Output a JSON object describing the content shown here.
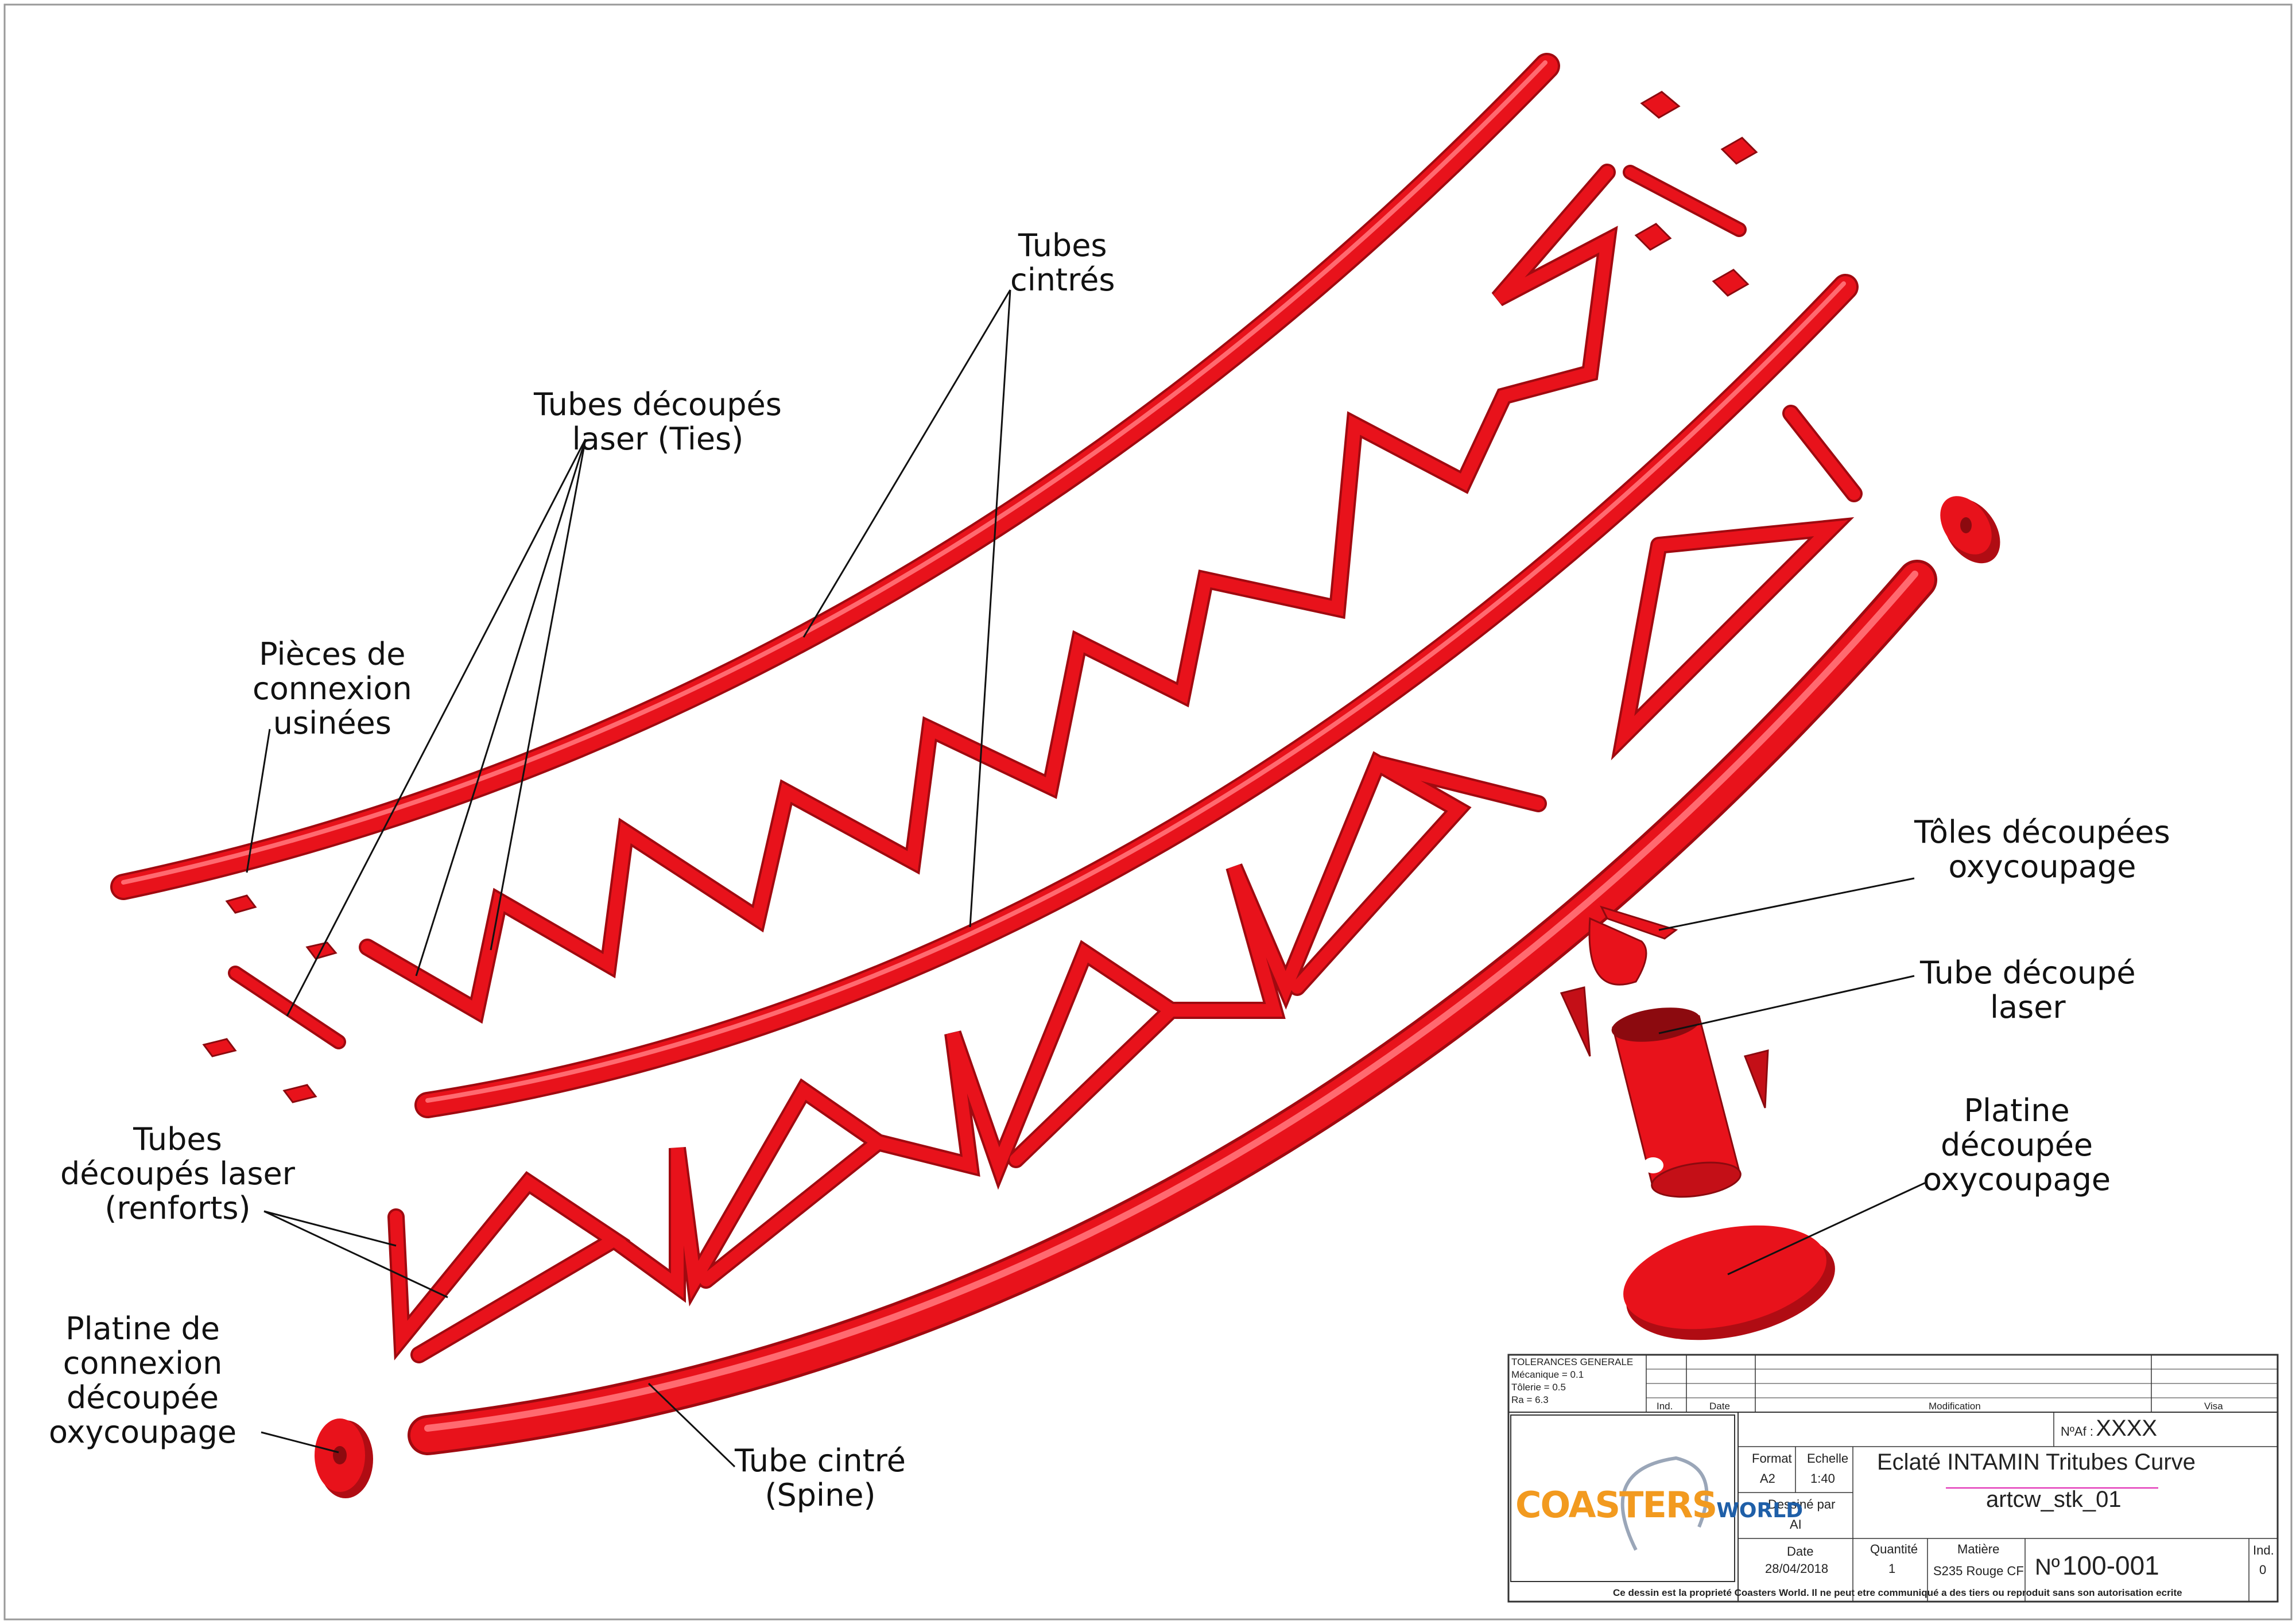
{
  "colors": {
    "part": "#e8121b",
    "part_dark": "#8c0a0f",
    "ink": "#111111",
    "accent_pink": "#e020b0",
    "logo_orange": "#f29a1f",
    "logo_blue": "#1f5fa8"
  },
  "labels": {
    "tubes_cintres": [
      "Tubes",
      "cintrés"
    ],
    "ties": [
      "Tubes découpés",
      "laser (Ties)"
    ],
    "pieces": [
      "Pièces de",
      "connexion",
      "usinées"
    ],
    "renforts": [
      "Tubes",
      "découpés laser",
      "(renforts)"
    ],
    "platine_connexion": [
      "Platine de",
      "connexion",
      "découpée",
      "oxycoupage"
    ],
    "spine": [
      "Tube cintré",
      "(Spine)"
    ],
    "toles": [
      "Tôles découpées",
      "oxycoupage"
    ],
    "tube_laser": [
      "Tube découpé",
      "laser"
    ],
    "platine": [
      "Platine",
      "découpée",
      "oxycoupage"
    ]
  },
  "title_block": {
    "tolerances_title": "TOLERANCES GENERALE",
    "mecanique": "Mécanique = 0.1",
    "tolerie": "Tôlerie = 0.5",
    "ra": "Ra = 6.3",
    "ind": "Ind.",
    "date_hdr": "Date",
    "modification": "Modification",
    "visa": "Visa",
    "naf_label": "NºAf :",
    "naf_value": "XXXX",
    "title": "Eclaté INTAMIN Tritubes Curve",
    "ref": "artcw_stk_01",
    "format_label": "Format",
    "format_value": "A2",
    "echelle_label": "Echelle",
    "echelle_value": "1:40",
    "dessine_label": "Dessiné par",
    "dessine_value": "AI",
    "date_label": "Date",
    "date_value": "28/04/2018",
    "quantite_label": "Quantité",
    "quantite_value": "1",
    "matiere_label": "Matière",
    "matiere_value": "S235 Rouge CF",
    "number_prefix": "Nº",
    "number_value": "100-001",
    "ind_label": "Ind.",
    "ind_value": "0",
    "logo_left": "COASTERS",
    "logo_right": "WORLD",
    "footer": "Ce dessin est la proprieté Coasters World. Il ne peut etre communiqué a des tiers ou reproduit sans son autorisation ecrite"
  }
}
